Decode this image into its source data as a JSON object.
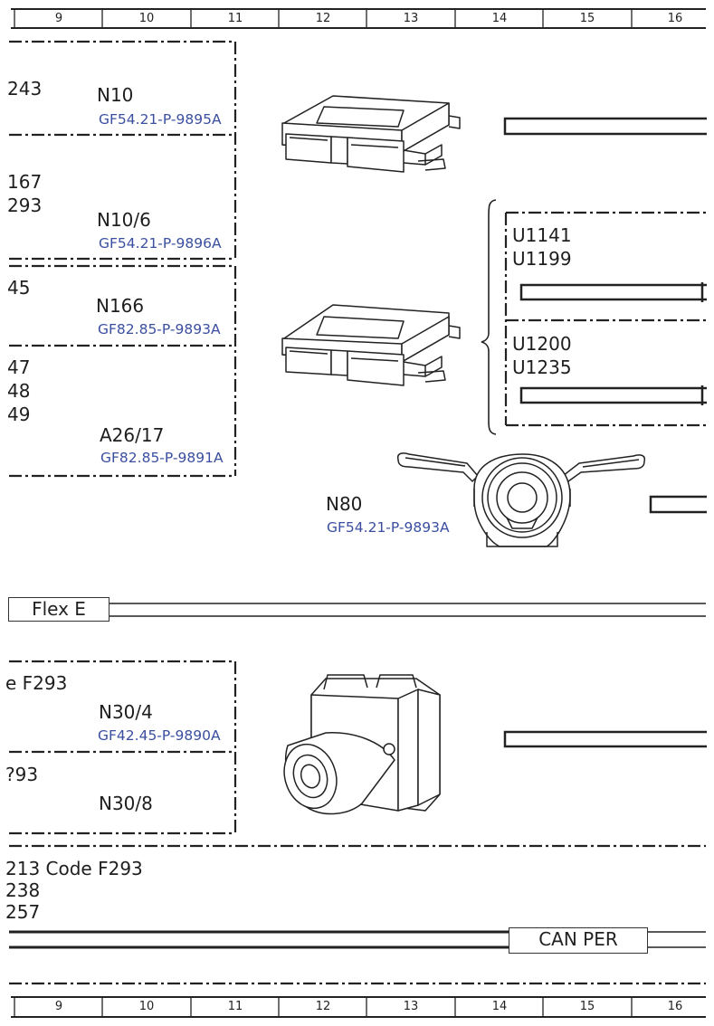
{
  "ruler": {
    "columns": [
      "9",
      "10",
      "11",
      "12",
      "13",
      "14",
      "15",
      "16"
    ]
  },
  "boxes": [
    {
      "lines": [
        "243"
      ],
      "component": "N10",
      "reference": "GF54.21-P-9895A"
    },
    {
      "lines": [
        "167",
        "293"
      ],
      "component": "N10/6",
      "reference": "GF54.21-P-9896A"
    },
    {
      "lines": [
        "45"
      ],
      "component": "N166",
      "reference": "GF82.85-P-9893A"
    },
    {
      "lines": [
        "47",
        "48",
        "49"
      ],
      "component": "A26/17",
      "reference": "GF82.85-P-9891A"
    },
    {
      "lines": [
        "e F293"
      ],
      "component": "N30/4",
      "reference": "GF42.45-P-9890A"
    },
    {
      "lines": [
        "?93"
      ],
      "component": "N30/8"
    }
  ],
  "right_group": [
    {
      "codes": [
        "U1141",
        "U1199"
      ]
    },
    {
      "codes": [
        "U1200",
        "U1235"
      ]
    }
  ],
  "steering_module": {
    "component": "N80",
    "reference": "GF54.21-P-9893A"
  },
  "bus_labels": {
    "flex": "Flex E",
    "can": "CAN PER"
  },
  "bottom_codes": [
    "213  Code F293",
    "238",
    "257"
  ],
  "icons": [
    "control-unit-icon",
    "steering-column-module-icon",
    "hydraulic-unit-icon"
  ]
}
